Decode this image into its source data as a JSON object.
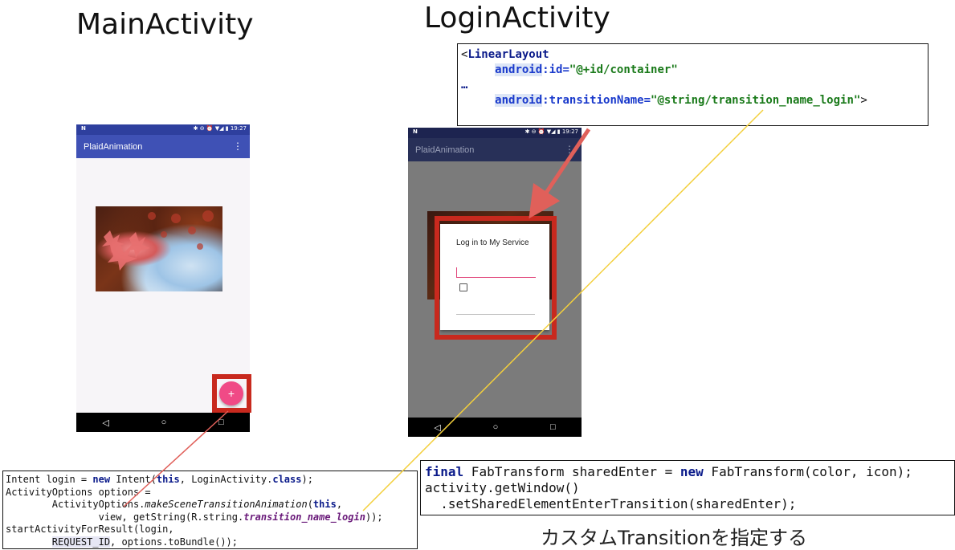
{
  "titles": {
    "main": "MainActivity",
    "login": "LoginActivity"
  },
  "phone_main": {
    "status_left": "N",
    "status_right": "✱ ⊖ ⏰ ▼◢ ▮ 19:27",
    "app_title": "PlaidAnimation",
    "menu": "⋮",
    "fab_label": "+",
    "nav": [
      "◁",
      "○",
      "□"
    ]
  },
  "phone_login": {
    "status_left": "N",
    "status_right": "✱ ⊖ ⏰ ▼◢ ▮ 19:27",
    "app_title": "PlaidAnimation",
    "menu": "⋮",
    "dialog_title": "Log in to My Service",
    "nav": [
      "◁",
      "○",
      "□"
    ]
  },
  "code_xml": {
    "l1_tag": "LinearLayout",
    "l2_attr": "android",
    "l2_name": ":id=",
    "l2_val": "\"@+id/container\"",
    "l3": "…",
    "l4_attr": "android",
    "l4_name": ":transitionName=",
    "l4_val": "\"@string/transition_name_login\""
  },
  "code_java_main": {
    "l1a": "Intent login = ",
    "l1_new": "new",
    "l1b": " Intent(",
    "l1_this": "this",
    "l1c": ", LoginActivity.",
    "l1_class": "class",
    "l1d": ");",
    "l2": "ActivityOptions options =",
    "l3a": "        ActivityOptions.",
    "l3_method": "makeSceneTransitionAnimation",
    "l3b": "(",
    "l3_this": "this",
    "l3c": ",",
    "l4a": "                view, getString(R.string.",
    "l4_res": "transition_name_login",
    "l4b": "));",
    "l5": "startActivityForResult(login,",
    "l6a": "        ",
    "l6_req": "REQUEST_ID",
    "l6b": ", options.toBundle());"
  },
  "code_java_login": {
    "l1_final": "final",
    "l1a": " FabTransform sharedEnter = ",
    "l1_new": "new",
    "l1b": " FabTransform(color, icon);",
    "l2": "activity.getWindow()",
    "l3": "  .setSharedElementEnterTransition(sharedEnter);"
  },
  "caption": "カスタムTransitionを指定する",
  "colors": {
    "toolbar_main": "#3f51b5",
    "toolbar_login_dim": "#283058",
    "fab": "#f04a86",
    "highlight_box": "#c8291e",
    "red_arrow": "#e0605a",
    "yellow_line": "#f3cf3c"
  }
}
